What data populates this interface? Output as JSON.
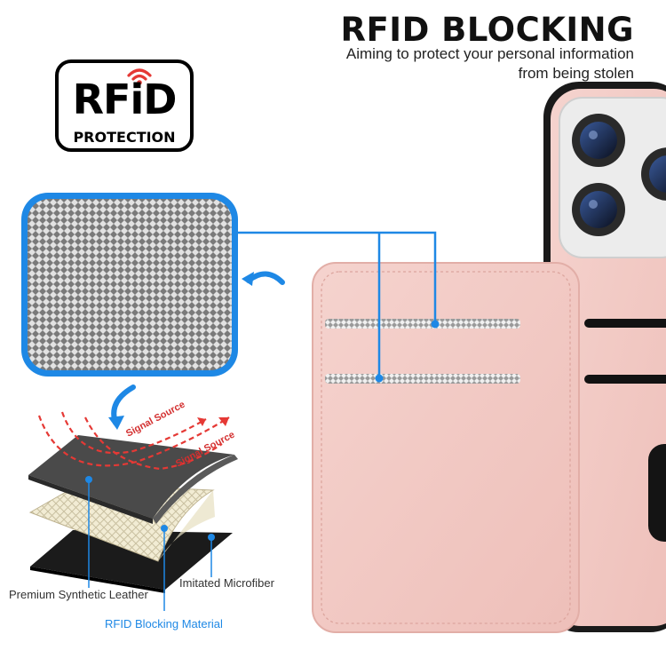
{
  "header": {
    "title": "RFID BLOCKING",
    "subtitle_line1": "Aiming to protect your personal information",
    "subtitle_line2": "from being stolen"
  },
  "badge": {
    "word": "RFiD",
    "sub": "PROTECTION"
  },
  "layers": {
    "signal_1": "Signal Source",
    "signal_2": "Signal Source",
    "premium": "Premium Synthetic Leather",
    "microfiber": "Imitated Microfiber",
    "blocking": "RFID Blocking Material"
  },
  "colors": {
    "accent_blue": "#1e88e5",
    "case_pink": "#f1c8c3",
    "signal_red": "#d32f2f"
  }
}
